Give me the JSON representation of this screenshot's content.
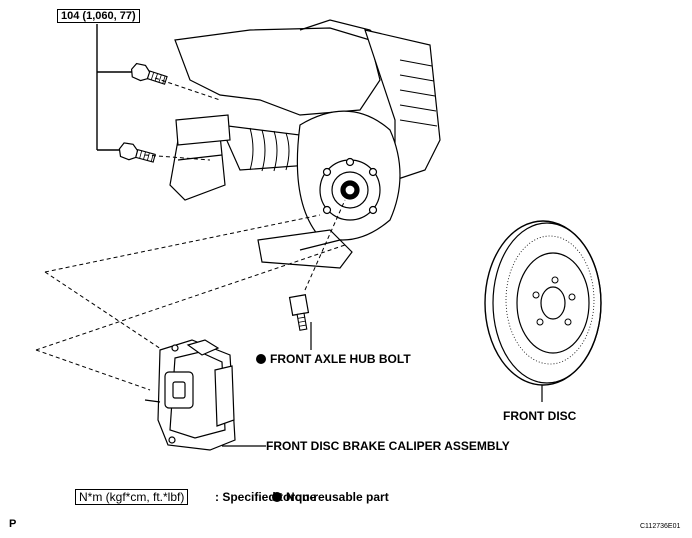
{
  "torque_spec": "104 (1,060, 77)",
  "labels": {
    "hub_bolt": "FRONT AXLE HUB BOLT",
    "front_disc": "FRONT DISC",
    "caliper": "FRONT DISC BRAKE CALIPER ASSEMBLY"
  },
  "legend": {
    "torque_units": "N*m (kgf*cm, ft.*lbf)",
    "torque_text": ": Specified torque",
    "nonreusable_text": "Non-reusable part"
  },
  "footer": {
    "left_mark": "P",
    "figure_code": "C112736E01"
  }
}
